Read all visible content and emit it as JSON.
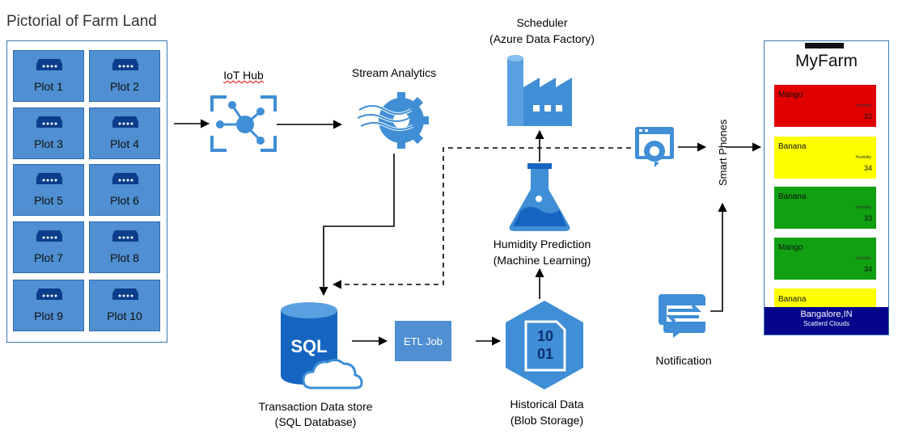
{
  "farm": {
    "title": "Pictorial of Farm Land",
    "plots": [
      "Plot 1",
      "Plot 2",
      "Plot 3",
      "Plot 4",
      "Plot 5",
      "Plot 6",
      "Plot 7",
      "Plot 8",
      "Plot 9",
      "Plot 10"
    ]
  },
  "nodes": {
    "iot_hub": "IoT Hub",
    "stream_analytics": "Stream Analytics",
    "scheduler": {
      "line1": "Scheduler",
      "line2": "(Azure Data Factory)"
    },
    "humidity_prediction": {
      "line1": "Humidity Prediction",
      "line2": "(Machine Learning)"
    },
    "sql": {
      "line1": "Transaction Data store",
      "line2": "(SQL Database)",
      "icon_text": "SQL"
    },
    "etl": "ETL Job",
    "blob": {
      "line1": "Historical Data",
      "line2": "(Blob Storage)",
      "icon_top": "10",
      "icon_bottom": "01"
    },
    "notification": "Notification",
    "smart_phones": "Smart Phones"
  },
  "phone": {
    "app_title": "MyFarm",
    "cards": [
      {
        "crop": "Mango",
        "humidity_label": "Humidity",
        "humidity": "32",
        "color": "#e00000"
      },
      {
        "crop": "Banana",
        "humidity_label": "Humidity",
        "humidity": "34",
        "color": "#ffff00"
      },
      {
        "crop": "Banana",
        "humidity_label": "Humidity",
        "humidity": "33",
        "color": "#11a011"
      },
      {
        "crop": "Mango",
        "humidity_label": "Humidity",
        "humidity": "34",
        "color": "#11a011"
      },
      {
        "crop": "Banana",
        "humidity_label": "",
        "humidity": "",
        "color": "#ffff00"
      }
    ],
    "location": "Bangalore,IN",
    "weather": "Scatterd Clouds"
  },
  "colors": {
    "azure_blue": "#3f8ed6",
    "plot_blue": "#4f8fd2",
    "footer_navy": "#04058a"
  }
}
